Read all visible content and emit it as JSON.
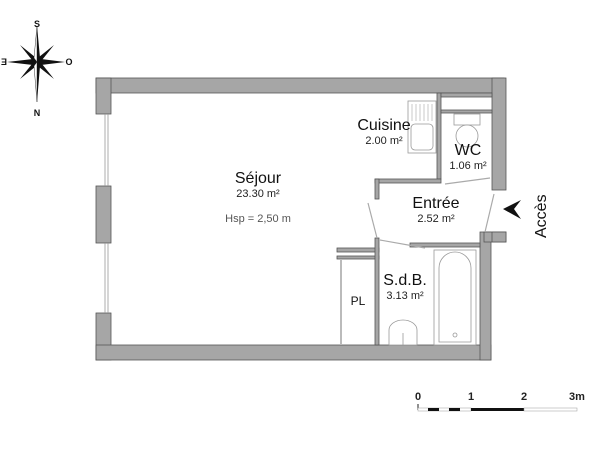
{
  "compass": {
    "north": "N",
    "south": "S",
    "east": "E",
    "west": "O"
  },
  "rooms": {
    "sejour": {
      "name": "Séjour",
      "area": "23.30 m²",
      "height": "Hsp =  2,50 m"
    },
    "cuisine": {
      "name": "Cuisine",
      "area": "2.00 m²"
    },
    "wc": {
      "name": "WC",
      "area": "1.06 m²"
    },
    "entree": {
      "name": "Entrée",
      "area": "2.52 m²"
    },
    "sdb": {
      "name": "S.d.B.",
      "area": "3.13 m²"
    },
    "placard": {
      "name": "PL"
    }
  },
  "access": {
    "label": "Accès"
  },
  "scale": {
    "ticks": [
      "0",
      "1",
      "2",
      "3m"
    ]
  },
  "colors": {
    "wall": "#a6a6a6",
    "wall_edge": "#555555",
    "fixture": "#888888"
  }
}
